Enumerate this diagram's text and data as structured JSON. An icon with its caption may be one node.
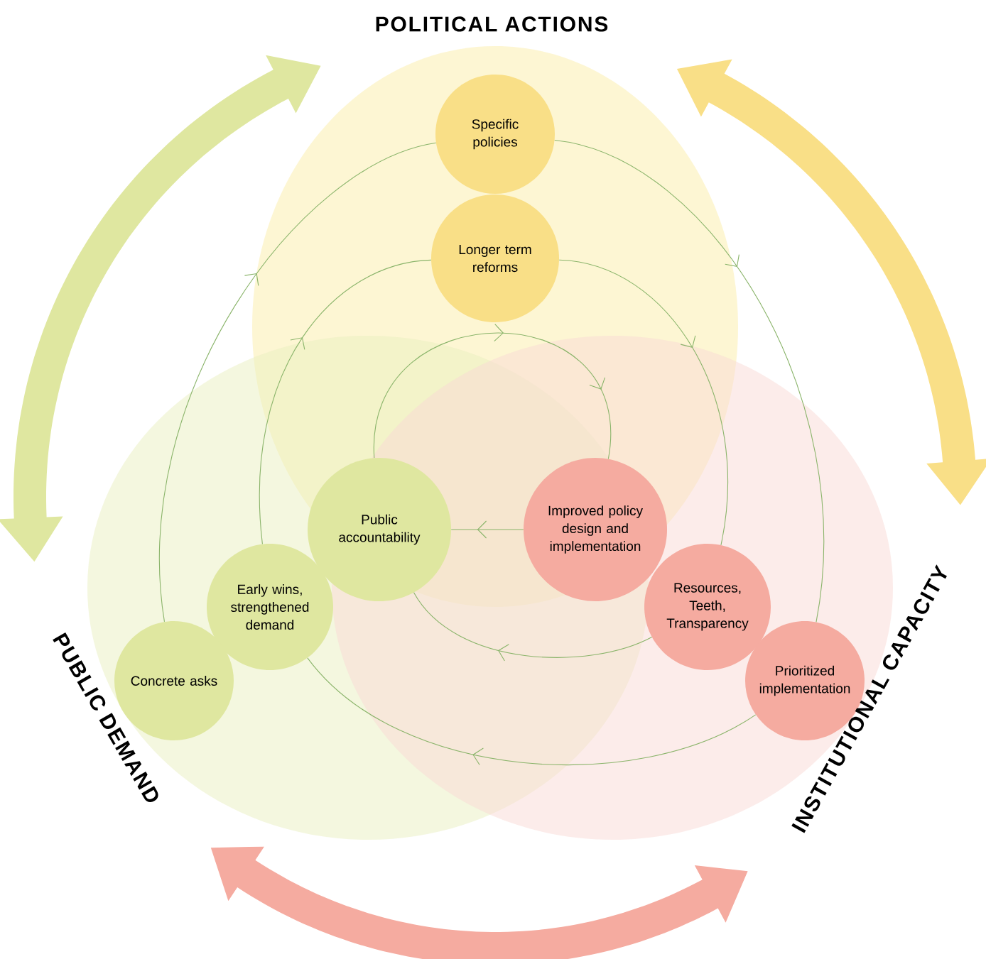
{
  "diagram": {
    "nodes": [
      {
        "text": [
          "Specific policies"
        ]
      },
      {
        "text": [
          "Longer term reforms"
        ]
      },
      {
        "text": [
          "Public accountability"
        ]
      },
      {
        "text": [
          "Improved policy design and implementation"
        ]
      },
      {
        "text": [
          "Early wins, strengthened demand"
        ]
      },
      {
        "text": [
          "Resources, Teeth, Transparency"
        ]
      },
      {
        "text": [
          "Concrete asks"
        ]
      },
      {
        "text": [
          "Prioritized implementation"
        ]
      }
    ],
    "edges": [
      {
        "from": 6,
        "to": 0,
        "arrow": "to"
      },
      {
        "from": 0,
        "to": 7,
        "arrow": "to"
      },
      {
        "from": 7,
        "to": 4,
        "arrow": "to"
      },
      {
        "from": 4,
        "to": 1,
        "arrow": "to"
      },
      {
        "from": 1,
        "to": 5,
        "arrow": "to"
      },
      {
        "from": 5,
        "to": 2,
        "arrow": "to"
      },
      {
        "from": 2,
        "to": 3,
        "arrow": "to"
      },
      {
        "from": 3,
        "to": 2,
        "arrow": "to"
      }
    ],
    "labels": [
      "POLITICAL ACTIONS",
      "PUBLIC DEMAND",
      "INSTITUTIONAL CAPACITY"
    ]
  }
}
